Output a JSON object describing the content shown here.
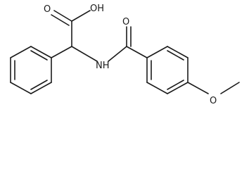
{
  "molecule": {
    "atoms": {
      "carboxyl_oxygen": "O",
      "hydroxyl": "OH",
      "amide_nitrogen": "NH",
      "amide_oxygen": "O",
      "methoxy_oxygen": "O"
    }
  }
}
